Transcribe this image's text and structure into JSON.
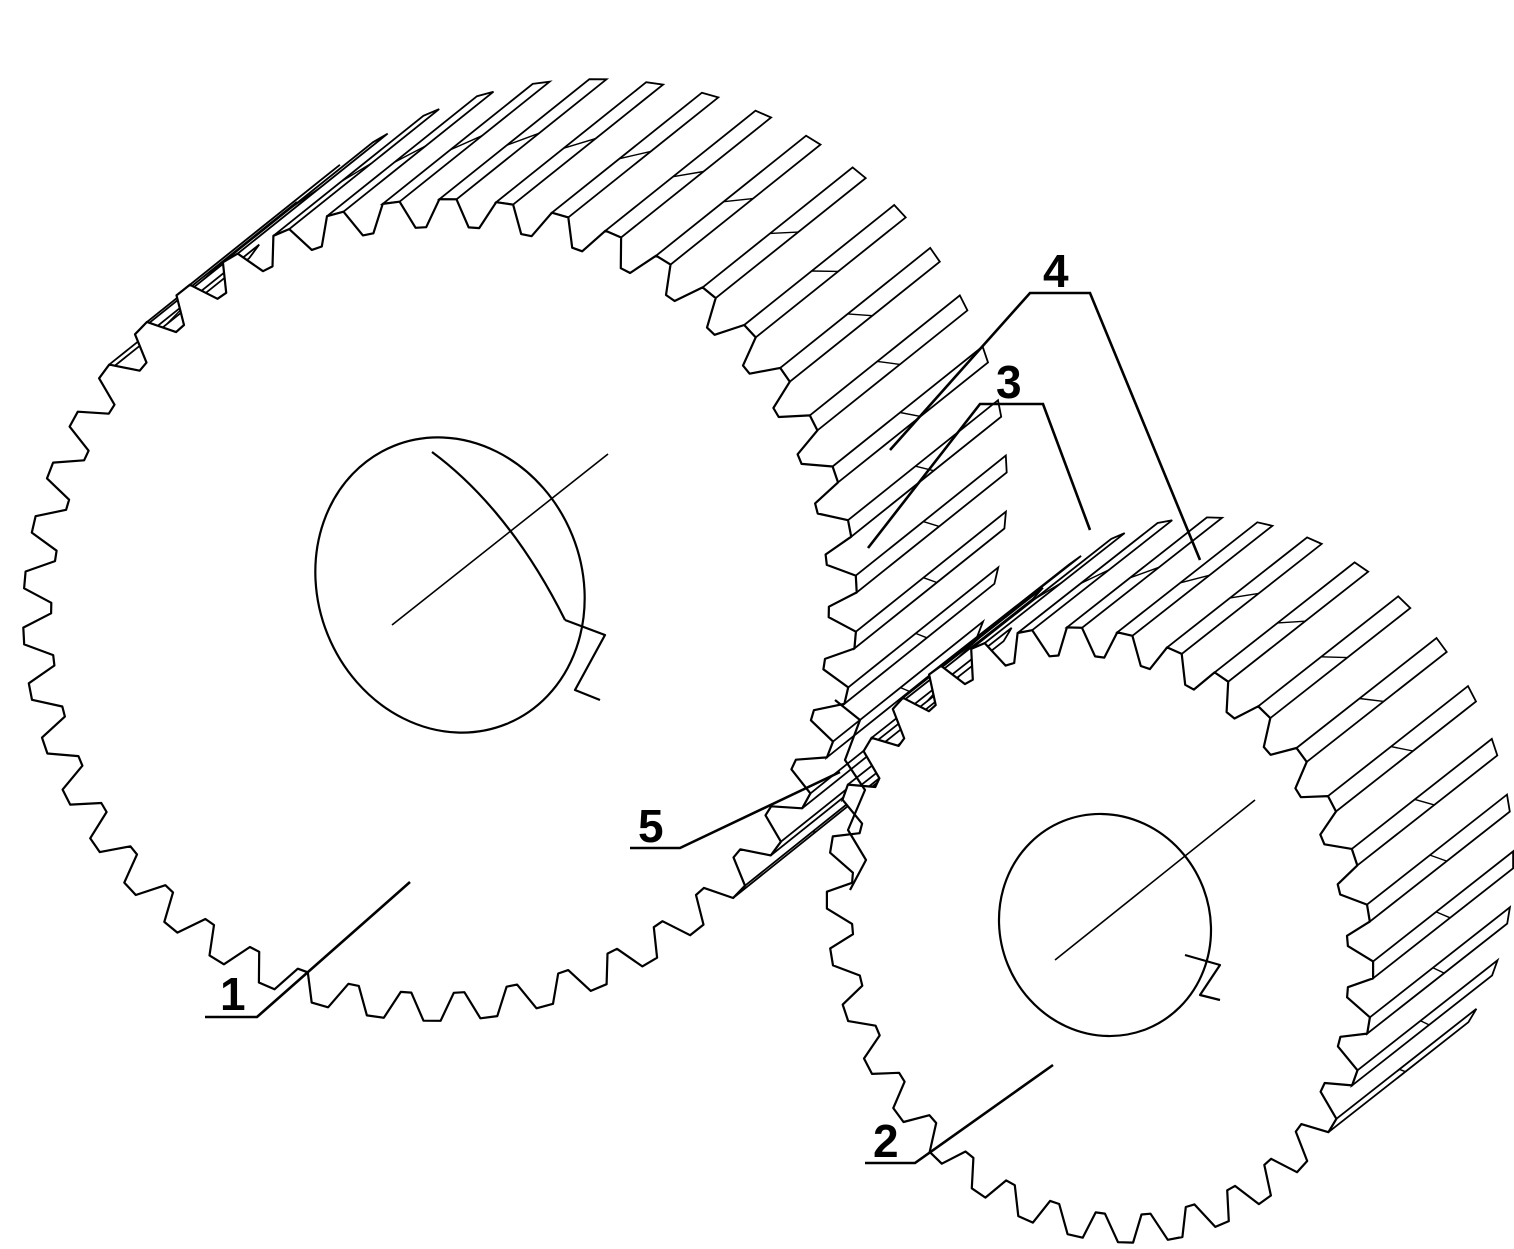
{
  "figure": {
    "callouts": [
      {
        "id": "c1",
        "text": "1"
      },
      {
        "id": "c2",
        "text": "2"
      },
      {
        "id": "c3",
        "text": "3"
      },
      {
        "id": "c4",
        "text": "4"
      },
      {
        "id": "c5",
        "text": "5"
      }
    ],
    "parts": {
      "gear_large": {
        "teeth": 46
      },
      "gear_small": {
        "teeth": 34
      }
    },
    "colors": {
      "line": "#000000",
      "background": "#ffffff"
    }
  }
}
